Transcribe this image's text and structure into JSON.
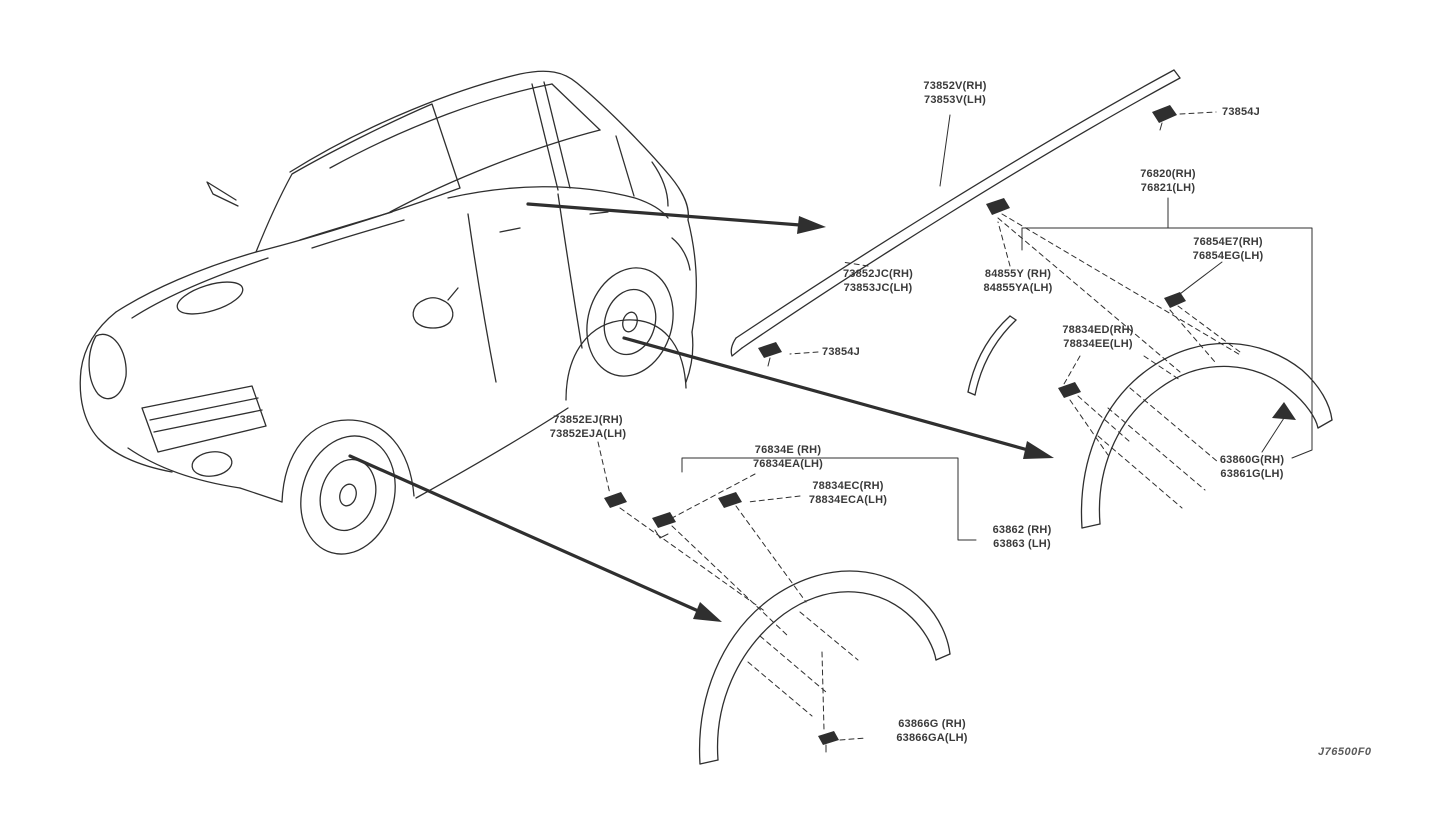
{
  "diagram": {
    "code": "J76500F0",
    "colors": {
      "ink": "#2f2f2f",
      "background": "#ffffff"
    },
    "labels": {
      "roof_molding": {
        "l1": "73852V(RH)",
        "l2": "73853V(LH)"
      },
      "clip_top_right": {
        "l1": "73854J"
      },
      "sill_molding": {
        "l1": "76820(RH)",
        "l2": "76821(LH)"
      },
      "molding_fastener": {
        "l1": "76854E7(RH)",
        "l2": "76854EG(LH)"
      },
      "pillar_tape": {
        "l1": "73852JC(RH)",
        "l2": "73853JC(LH)"
      },
      "roof_spacer": {
        "l1": "84855Y (RH)",
        "l2": "84855YA(LH)"
      },
      "rear_flare_clip": {
        "l1": "78834ED(RH)",
        "l2": "78834EE(LH)"
      },
      "clip_mid": {
        "l1": "73854J"
      },
      "front_pillar_tape": {
        "l1": "73852EJ(RH)",
        "l2": "73852EJA(LH)"
      },
      "front_flare_grommet": {
        "l1": "76834E (RH)",
        "l2": "76834EA(LH)"
      },
      "front_flare_clip": {
        "l1": "78834EC(RH)",
        "l2": "78834ECA(LH)"
      },
      "front_flare": {
        "l1": "63862 (RH)",
        "l2": "63863 (LH)"
      },
      "rear_flare": {
        "l1": "63860G(RH)",
        "l2": "63861G(LH)"
      },
      "flare_protector": {
        "l1": "63866G (RH)",
        "l2": "63866GA(LH)"
      }
    }
  }
}
